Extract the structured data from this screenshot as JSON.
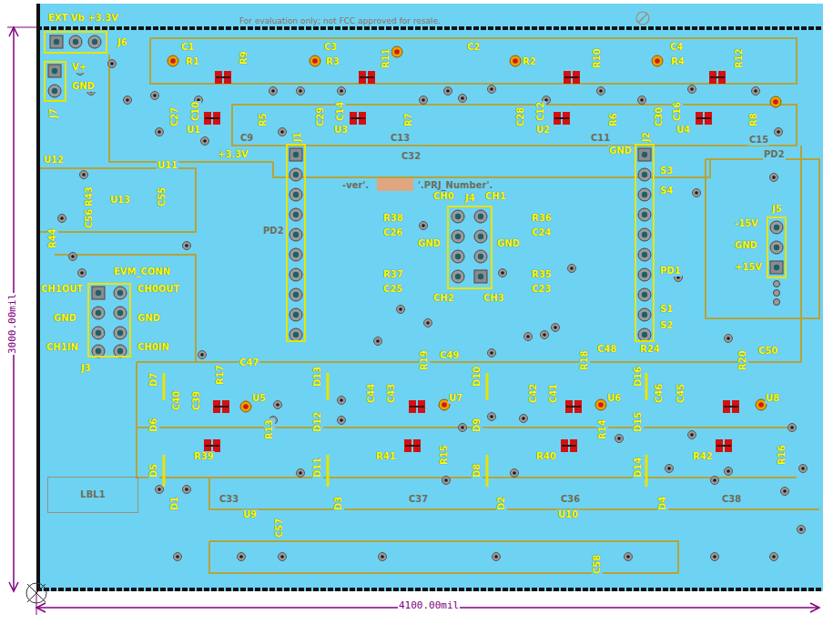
{
  "diagram": {
    "nodes": [
      {
        "text": [
          "J6"
        ]
      },
      {
        "text": [
          "J7"
        ]
      },
      {
        "text": [
          "J1"
        ]
      },
      {
        "text": [
          "J2"
        ]
      },
      {
        "text": [
          "J4"
        ]
      },
      {
        "text": [
          "J5"
        ]
      },
      {
        "text": [
          "J3"
        ]
      },
      {
        "text": [
          "LBL1"
        ]
      }
    ],
    "labels": [
      "For evaluation only; not FCC approved for resale.",
      "EXT Vb +3.3V",
      "V+",
      "GND",
      "C1",
      "R1",
      "R9",
      "C3",
      "R3",
      "R11",
      "C2",
      "R2",
      "R10",
      "C4",
      "R4",
      "R12",
      "C27",
      "C10",
      "U1",
      "R5",
      "C29",
      "C14",
      "U3",
      "R7",
      "C28",
      "C12",
      "U2",
      "R6",
      "C30",
      "C16",
      "U4",
      "R8",
      "C9",
      "C13",
      "C11",
      "C15",
      "+3.3V",
      "C32",
      "GND",
      "PD2",
      "U12",
      "U11",
      "R43",
      "C56",
      "U13",
      "C55",
      "R44",
      "-ver'.",
      "'.PRJ_Number'.",
      "PD2",
      "CH0",
      "CH1",
      "R38",
      "C26",
      "R36",
      "C24",
      "GND",
      "GND",
      "R37",
      "C25",
      "R35",
      "C23",
      "CH2",
      "CH3",
      "S3",
      "S4",
      "PD1",
      "S1",
      "S2",
      "-15V",
      "GND",
      "+15V",
      "EVM_CONN",
      "CH1OUT",
      "CH0OUT",
      "GND",
      "GND",
      "CH1IN",
      "CH0IN",
      "C47",
      "R17",
      "C40",
      "C39",
      "U5",
      "D7",
      "D6",
      "D5",
      "R13",
      "R39",
      "D1",
      "D13",
      "D12",
      "D11",
      "D3",
      "C44",
      "C43",
      "R19",
      "C49",
      "U7",
      "R41",
      "R15",
      "D10",
      "D9",
      "D8",
      "D2",
      "C42",
      "C41",
      "R18",
      "C48",
      "U6",
      "R14",
      "R40",
      "D16",
      "D15",
      "D14",
      "D4",
      "R24",
      "C46",
      "C45",
      "R20",
      "C50",
      "U8",
      "R16",
      "R42",
      "C33",
      "C37",
      "C36",
      "C38",
      "U9",
      "C57",
      "U10",
      "C58",
      "3000.00mil",
      "4100.00mil"
    ]
  }
}
